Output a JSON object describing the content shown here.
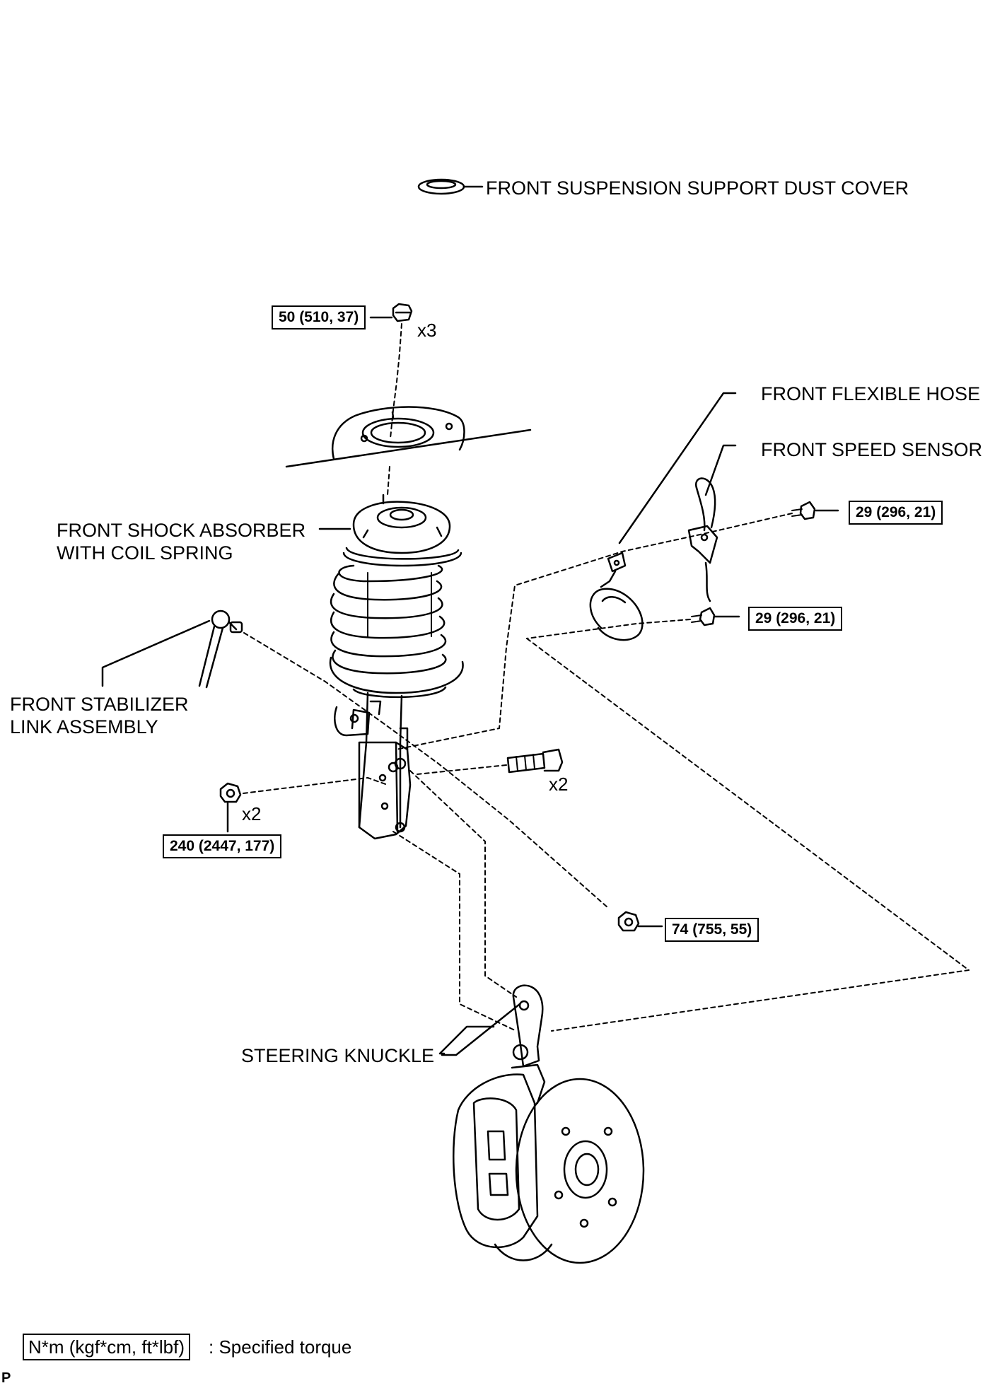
{
  "labels": {
    "dust_cover": "FRONT SUSPENSION SUPPORT DUST COVER",
    "flexible_hose": "FRONT FLEXIBLE HOSE",
    "speed_sensor": "FRONT SPEED SENSOR",
    "shock_absorber_line1": "FRONT SHOCK ABSORBER",
    "shock_absorber_line2": "WITH COIL SPRING",
    "stabilizer_line1": "FRONT STABILIZER",
    "stabilizer_line2": "LINK ASSEMBLY",
    "steering_knuckle": "STEERING KNUCKLE"
  },
  "torques": {
    "top_nut": "50 (510, 37)",
    "sensor_bolt": "29 (296, 21)",
    "hose_bolt": "29 (296, 21)",
    "knuckle_nut": "240 (2447, 177)",
    "stabilizer_nut": "74 (755, 55)"
  },
  "quantities": {
    "top_nut": "x3",
    "knuckle_bolt": "x2",
    "knuckle_nut": "x2"
  },
  "legend": {
    "box": "N*m (kgf*cm, ft*lbf)",
    "text": ": Specified torque"
  },
  "corner_code": "P"
}
